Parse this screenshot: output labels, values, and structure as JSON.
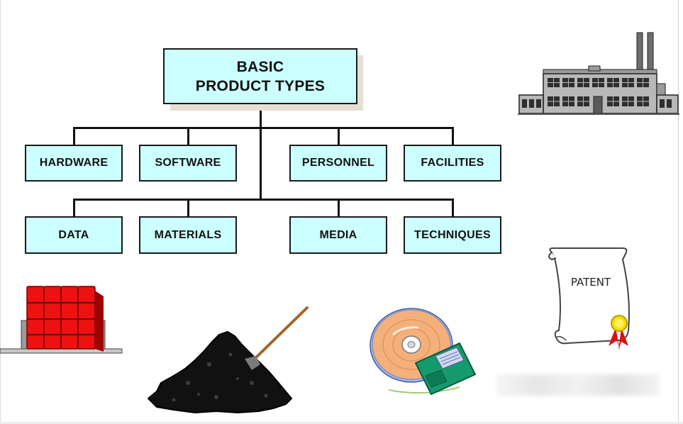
{
  "diagram": {
    "root": {
      "label_line1": "BASIC",
      "label_line2": "PRODUCT TYPES"
    },
    "row1": [
      "HARDWARE",
      "SOFTWARE",
      "PERSONNEL",
      "FACILITIES"
    ],
    "row2": [
      "DATA",
      "MATERIALS",
      "MEDIA",
      "TECHNIQUES"
    ]
  },
  "clipart": {
    "factory": "factory-icon",
    "data_blocks": "data-blocks-icon",
    "materials_pile": "coal-pile-with-shovel-icon",
    "media": "cd-and-floppy-disk-icon",
    "patent": {
      "icon": "patent-scroll-icon",
      "label": "PATENT"
    }
  },
  "colors": {
    "box_fill": "#ccffff",
    "box_border": "#1a1a1a",
    "shadow": "#e5e0d3",
    "data_red": "#ee1111"
  }
}
